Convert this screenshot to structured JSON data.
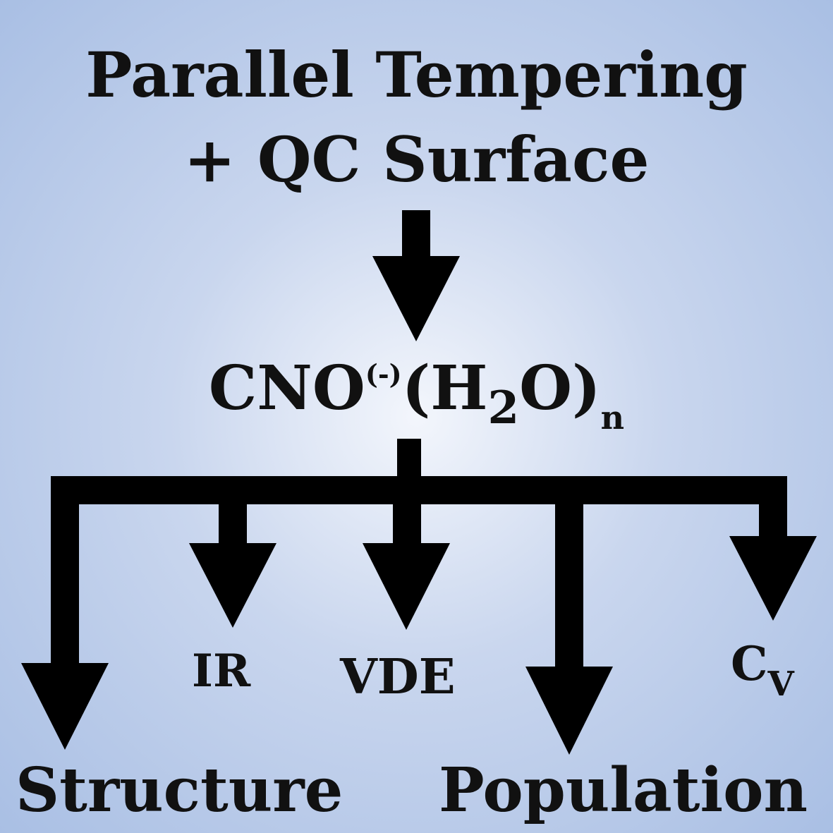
{
  "title": {
    "line1": "Parallel Tempering",
    "line2": "+ QC Surface"
  },
  "formula": {
    "base": "CNO",
    "charge": "(-)",
    "open": "(H",
    "sub": "2",
    "close": "O)",
    "count": "n"
  },
  "outputs": {
    "ir": "IR",
    "vde": "VDE",
    "cv": {
      "base": "C",
      "sub": "V"
    },
    "structure": "Structure",
    "population": "Population"
  }
}
